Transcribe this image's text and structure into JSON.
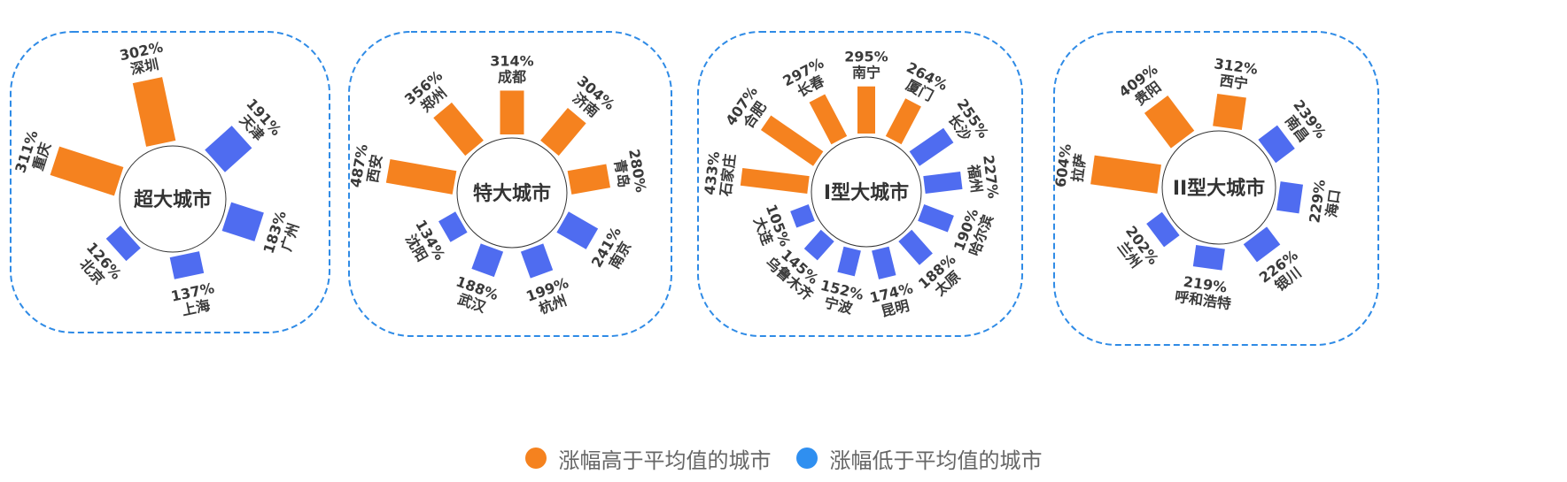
{
  "colors": {
    "above": "#f5821f",
    "below": "#4f6cf0",
    "border": "#2f8be6",
    "legend_below": "#2f8ff0"
  },
  "legend": {
    "above": "涨幅高于平均值的城市",
    "below": "涨幅低于平均值的城市"
  },
  "chart_data": [
    {
      "type": "radial-bar",
      "title": "超大城市",
      "bars": [
        {
          "city": "深圳",
          "label": "302%",
          "value": 302,
          "group": "above"
        },
        {
          "city": "天津",
          "label": "191%",
          "value": 191,
          "group": "below"
        },
        {
          "city": "广州",
          "label": "183%",
          "value": 183,
          "group": "below"
        },
        {
          "city": "上海",
          "label": "137%",
          "value": 137,
          "group": "below"
        },
        {
          "city": "北京",
          "label": "126%",
          "value": 126,
          "group": "below"
        },
        {
          "city": "重庆",
          "label": "311%",
          "value": 311,
          "group": "above"
        }
      ]
    },
    {
      "type": "radial-bar",
      "title": "特大城市",
      "bars": [
        {
          "city": "成都",
          "label": "314%",
          "value": 314,
          "group": "above"
        },
        {
          "city": "济南",
          "label": "304%",
          "value": 304,
          "group": "above"
        },
        {
          "city": "青岛",
          "label": "280%",
          "value": 280,
          "group": "above"
        },
        {
          "city": "南京",
          "label": "241%",
          "value": 241,
          "group": "below"
        },
        {
          "city": "杭州",
          "label": "199%",
          "value": 199,
          "group": "below"
        },
        {
          "city": "武汉",
          "label": "188%",
          "value": 188,
          "group": "below"
        },
        {
          "city": "沈阳",
          "label": "134%",
          "value": 134,
          "group": "below"
        },
        {
          "city": "西安",
          "label": "487%",
          "value": 487,
          "group": "above"
        },
        {
          "city": "郑州",
          "label": "356%",
          "value": 356,
          "group": "above"
        }
      ]
    },
    {
      "type": "radial-bar",
      "title": "I型大城市",
      "bars": [
        {
          "city": "南宁",
          "label": "295%",
          "value": 295,
          "group": "above"
        },
        {
          "city": "厦门",
          "label": "264%",
          "value": 264,
          "group": "above"
        },
        {
          "city": "长沙",
          "label": "255%",
          "value": 255,
          "group": "below"
        },
        {
          "city": "福州",
          "label": "227%",
          "value": 227,
          "group": "below"
        },
        {
          "city": "哈尔滨",
          "label": "190%",
          "value": 190,
          "group": "below"
        },
        {
          "city": "太原",
          "label": "188%",
          "value": 188,
          "group": "below"
        },
        {
          "city": "昆明",
          "label": "174%",
          "value": 174,
          "group": "below"
        },
        {
          "city": "宁波",
          "label": "152%",
          "value": 152,
          "group": "below"
        },
        {
          "city": "乌鲁木齐",
          "label": "145%",
          "value": 145,
          "group": "below"
        },
        {
          "city": "大连",
          "label": "105%",
          "value": 105,
          "group": "below"
        },
        {
          "city": "石家庄",
          "label": "433%",
          "value": 433,
          "group": "above"
        },
        {
          "city": "合肥",
          "label": "407%",
          "value": 407,
          "group": "above"
        },
        {
          "city": "长春",
          "label": "297%",
          "value": 297,
          "group": "above"
        }
      ]
    },
    {
      "type": "radial-bar",
      "title": "II型大城市",
      "bars": [
        {
          "city": "西宁",
          "label": "312%",
          "value": 312,
          "group": "above"
        },
        {
          "city": "南昌",
          "label": "239%",
          "value": 239,
          "group": "below"
        },
        {
          "city": "海口",
          "label": "229%",
          "value": 229,
          "group": "below"
        },
        {
          "city": "银川",
          "label": "226%",
          "value": 226,
          "group": "below"
        },
        {
          "city": "呼和浩特",
          "label": "219%",
          "value": 219,
          "group": "below"
        },
        {
          "city": "兰州",
          "label": "202%",
          "value": 202,
          "group": "below"
        },
        {
          "city": "拉萨",
          "label": "604%",
          "value": 604,
          "group": "above"
        },
        {
          "city": "贵阳",
          "label": "409%",
          "value": 409,
          "group": "above"
        }
      ]
    }
  ]
}
